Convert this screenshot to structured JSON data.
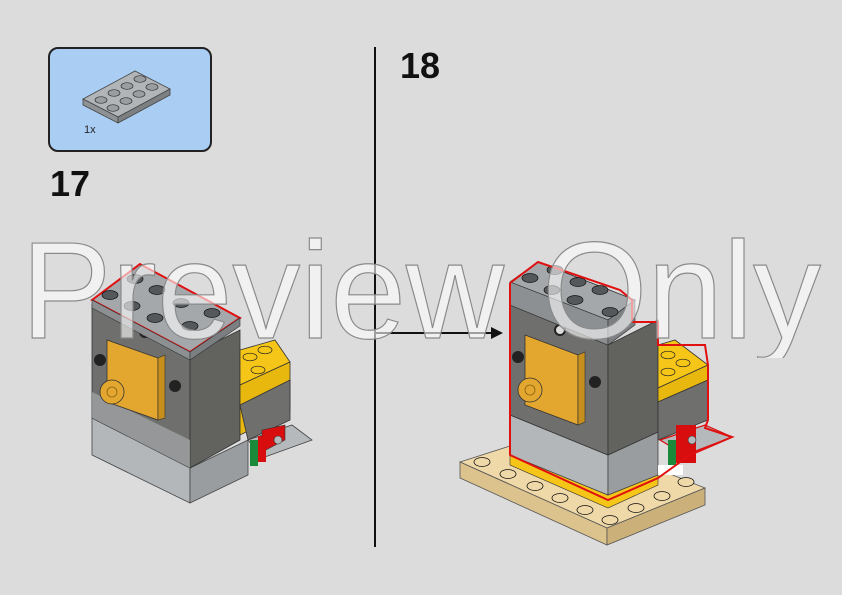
{
  "callout": {
    "part_name": "plate-2x4-light-bluish-gray",
    "quantity": "1x",
    "background": "#aacef3"
  },
  "steps": [
    {
      "number": "17",
      "description": "Sub-assembly with new 2x4 plate highlighted in red outline"
    },
    {
      "number": "18",
      "description": "Sub-assembly attached to tan baseplate"
    }
  ],
  "arrow": {
    "icon": "arrow-right-icon"
  },
  "watermark": {
    "text": "Preview Only"
  },
  "colors": {
    "background": "#dcdcdc",
    "highlight": "#e01010",
    "light_gray": "#a5a8ab",
    "dark_gray": "#6b6b68",
    "yellow": "#f5c518",
    "pearl_gold": "#e3a72f",
    "tan": "#f0d9a8",
    "red": "#d80e0e",
    "green": "#1a8a3a"
  }
}
